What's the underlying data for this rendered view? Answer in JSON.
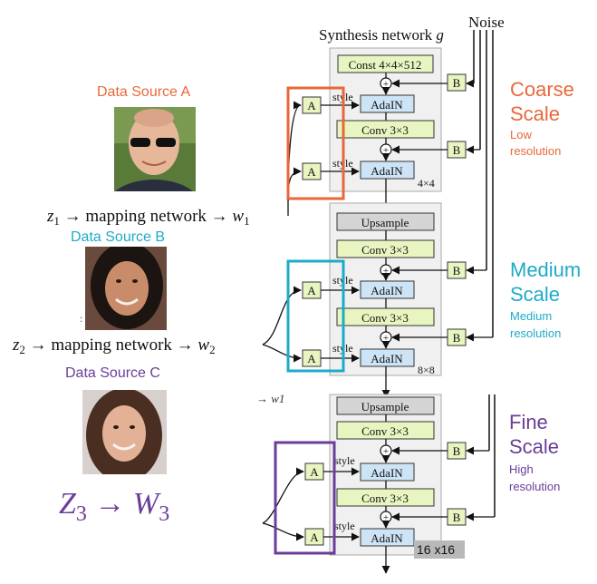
{
  "network_title": "Synthesis network",
  "network_symbol": "g",
  "noise_label": "Noise",
  "style_label": "style",
  "a_label": "A",
  "b_label": "B",
  "colors": {
    "coarse": "#e8683a",
    "medium": "#1eabc8",
    "fine": "#6a3d9a",
    "yellow_box": "#e8f5c0",
    "blue_box": "#cde4f7",
    "gray_box": "#d4d4d4",
    "panel_bg": "#f0f0f0"
  },
  "blocks": {
    "block1": {
      "const": "Const 4×4×512",
      "conv": "Conv 3×3",
      "adain": "AdaIN",
      "res": "4×4"
    },
    "block2": {
      "upsample": "Upsample",
      "conv": "Conv 3×3",
      "adain": "AdaIN",
      "res": "8×8"
    },
    "block3": {
      "upsample": "Upsample",
      "conv": "Conv 3×3",
      "adain": "AdaIN",
      "res": "16 x16"
    }
  },
  "scales": {
    "coarse": {
      "title_l1": "Coarse",
      "title_l2": "Scale",
      "sub_l1": "Low",
      "sub_l2": "resolution"
    },
    "medium": {
      "title_l1": "Medium",
      "title_l2": "Scale",
      "sub_l1": "Medium",
      "sub_l2": "resolution"
    },
    "fine": {
      "title_l1": "Fine",
      "title_l2": "Scale",
      "sub_l1": "High",
      "sub_l2": "resolution"
    }
  },
  "sources": {
    "a": {
      "label": "Data Source A",
      "mapping_z": "z",
      "mapping_z_sub": "1",
      "mapping_text": "→ mapping network →",
      "mapping_w": "w",
      "mapping_w_sub": "1"
    },
    "b": {
      "label": "Data Source B",
      "mapping_z": "z",
      "mapping_z_sub": "2",
      "mapping_text": "→ mapping network →",
      "mapping_w": "w",
      "mapping_w_sub": "2"
    },
    "c": {
      "label": "Data Source C",
      "mapping_z": "Z",
      "mapping_z_sub": "3",
      "mapping_arrow": "→",
      "mapping_w": "W",
      "mapping_w_sub": "3"
    }
  },
  "stray_w1": "→ w1"
}
